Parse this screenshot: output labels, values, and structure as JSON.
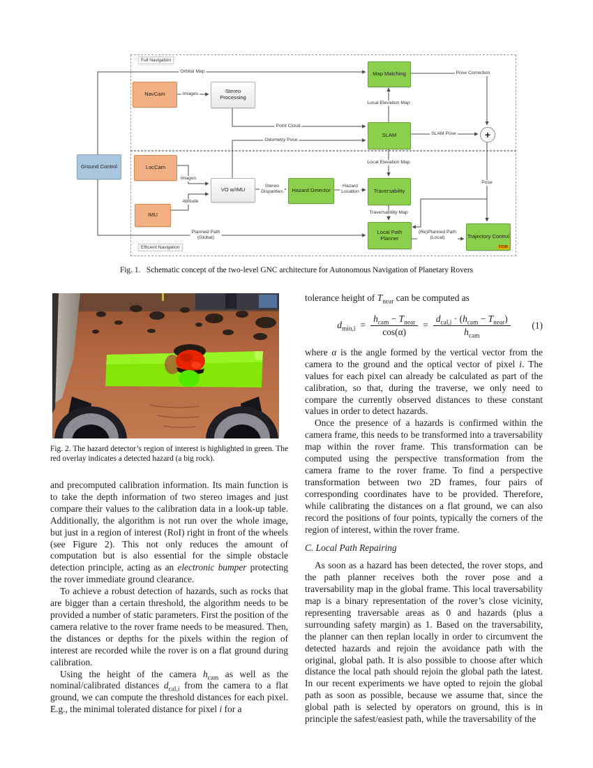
{
  "fig1": {
    "caption": "Fig. 1.   Schematic concept of the two-level GNC architecture for Autonomous Navigation of Planetary Rovers",
    "regions": {
      "full": "Full Navigation",
      "efficient": "Efficient Navigation"
    },
    "boxes": {
      "ground_control": "Ground Control",
      "navcam": "NavCam",
      "stereo_processing": "Stereo Processing",
      "loccam": "LocCam",
      "imu": "IMU",
      "vo": "VO w/IMU",
      "hazard_detector": "Hazard Detector",
      "map_matching": "Map Matching",
      "slam": "SLAM",
      "traversability": "Traversability",
      "local_path_planner": "Local Path Planner",
      "trajectory_control": "Trajectory Control",
      "fdir": "FDIR",
      "plus": "+"
    },
    "edges": {
      "orbital_map": "Orbital Map",
      "images_nav": "Images",
      "point_cloud": "Point Cloud",
      "odometry_pose": "Odometry Pose",
      "images_loc": "Images",
      "attitude": "Attitude",
      "stereo_disp_1": "Stereo",
      "stereo_disp_2": "Disparities",
      "hazard_loc_1": "Hazard",
      "hazard_loc_2": "Location",
      "lem_top": "Local Elevation Map",
      "lem_mid": "Local Elevation Map",
      "pose_correction": "Pose Correction",
      "slam_pose": "SLAM Pose",
      "pose": "Pose",
      "traversability_map": "Traversability Map",
      "planned_path_1": "Planned Path",
      "planned_path_2": "(Global)",
      "replanned_path_1": "(Re)Planned Path",
      "replanned_path_2": "(Local)"
    },
    "colors": {
      "orange": "#f3b183",
      "orange_border": "#d78a4e",
      "green": "#8ccf4d",
      "green_border": "#67a239",
      "blue": "#a9c6df",
      "fdir_bg": "#f2a700"
    }
  },
  "fig2": {
    "caption": "Fig. 2.   The hazard detector’s region of interest is highlighted in green. The red overlay indicates a detected hazard (a big rock).",
    "overlay_colors": {
      "roi_green": "#7df400",
      "hazard_red": "#e82300"
    }
  },
  "lc": {
    "p1a": "and precomputed calibration information. Its main function is to take the depth information of two stereo images and just compare their values to the calibration data in a look-up table. Additionally, the algorithm is not run over the whole image, but just in a region of interest (RoI) right in front of the wheels (see Figure 2). This not only reduces the amount of computation but is also essential for the simple obstacle detection principle, acting as an ",
    "p1em": "electronic bumper",
    "p1b": " protecting the rover immediate ground clearance.",
    "p2": "To achieve a robust detection of hazards, such as rocks that are bigger than a certain threshold, the algorithm needs to be provided a number of static parameters. First the position of the camera relative to the rover frame needs to be measured. Then, the distances or depths for the pixels within the region of interest are recorded while the rover is on a flat ground during calibration.",
    "p3a": "Using the height of the camera ",
    "p3v1": "h",
    "p3s1": "cam",
    "p3b": " as well as the nominal/calibrated distances ",
    "p3v2": "d",
    "p3s2": "cal,i",
    "p3c": " from the camera to a flat ground, we can compute the threshold distances for each pixel. E.g., the minimal tolerated distance for pixel ",
    "p3v3": "i",
    "p3d": " for a"
  },
  "rc": {
    "intro_a": "tolerance height of ",
    "intro_v": "T",
    "intro_s": "near",
    "intro_b": " can be computed as",
    "eq": {
      "lhs_v": "d",
      "lhs_s": "min,i",
      "equals1": "=",
      "n1_v1": "h",
      "n1_s1": "cam",
      "minus": "−",
      "n1_v2": "T",
      "n1_s2": "near",
      "den1": "cos(α)",
      "equals2": "=",
      "n2_v1": "d",
      "n2_s1": "cal,i",
      "mid": "· (",
      "close": ")",
      "den2_v": "h",
      "den2_s": "cam",
      "number": "(1)"
    },
    "p1a": "where ",
    "p1g": "α",
    "p1b": " is the angle formed by the vertical vector from the camera to the ground and the optical vector of pixel ",
    "p1v": "i",
    "p1c": ". The values for each pixel can already be calculated as part of the calibration, so that, during the traverse, we only need to compare the currently observed distances to these constant values in order to detect hazards.",
    "p2": "Once the presence of a hazards is confirmed within the camera frame, this needs to be transformed into a traversability map within the rover frame. This transformation can be computed using the perspective transformation from the camera frame to the rover frame. To find a perspective transformation between two 2D frames, four pairs of corresponding coordinates have to be provided. Therefore, while calibrating the distances on a flat ground, we can also record the positions of four points, typically the corners of the region of interest, within the rover frame.",
    "heading": "C. Local Path Repairing",
    "p3": "As soon as a hazard has been detected, the rover stops, and the path planner receives both the rover pose and a traversability map in the global frame. This local traversability map is a binary representation of the rover’s close vicinity, representing traversable areas as 0 and hazards (plus a surrounding safety margin) as 1. Based on the traversability, the planner can then replan locally in order to circumvent the detected hazards and rejoin the avoidance path with the original, global path. It is also possible to choose after which distance the local path should rejoin the global path the latest. In our recent experiments we have opted to rejoin the global path as soon as possible, because we assume that, since the global path is selected by operators on ground, this is in principle the safest/easiest path, while the traversability of the"
  }
}
